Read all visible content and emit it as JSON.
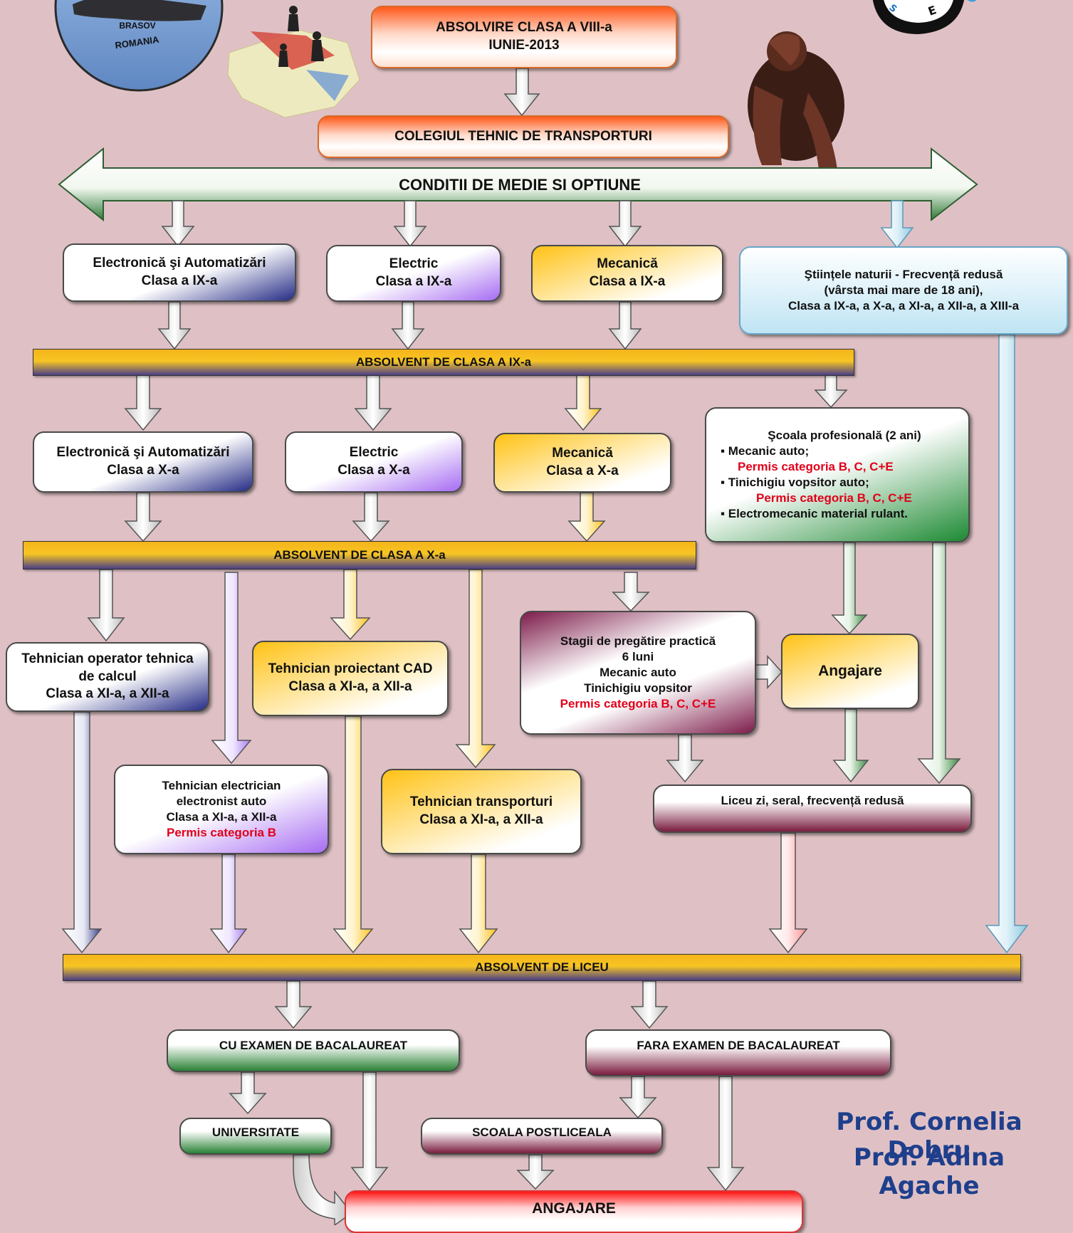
{
  "header": {
    "line1": "ABSOLVIRE CLASA A VIII-a",
    "line2": "IUNIE-2013"
  },
  "logo": {
    "line1": "BRASOV",
    "line2": "ROMANIA"
  },
  "college": "COLEGIUL TEHNIC DE TRANSPORTURI",
  "conditions": "CONDITII DE MEDIE SI OPTIUNE",
  "grade9": {
    "electronics": {
      "line1": "Electronică şi Automatizări",
      "line2": "Clasa a IX-a"
    },
    "electric": {
      "line1": "Electric",
      "line2": "Clasa a IX-a"
    },
    "mechanics": {
      "line1": "Mecanică",
      "line2": "Clasa a IX-a"
    },
    "sciences": {
      "line1": "Ştiințele naturii - Frecvență redusă",
      "line2": "(vârsta mai mare de 18 ani),",
      "line3": "Clasa a IX-a, a X-a, a XI-a, a XII-a, a XIII-a"
    }
  },
  "band9": "ABSOLVENT DE CLASA A IX-a",
  "grade10": {
    "electronics": {
      "line1": "Electronică şi Automatizări",
      "line2": "Clasa a X-a"
    },
    "electric": {
      "line1": "Electric",
      "line2": "Clasa a X-a"
    },
    "mechanics": {
      "line1": "Mecanică",
      "line2": "Clasa a X-a"
    }
  },
  "vocational": {
    "title": "Şcoala profesională (2 ani)",
    "item1": "▪ Mecanic auto;",
    "permit1": "Permis categoria B, C, C+E",
    "item2": "▪ Tinichigiu vopsitor auto;",
    "permit2": "Permis categoria B, C, C+E",
    "item3": "▪ Electromecanic material rulant."
  },
  "band10": "ABSOLVENT DE CLASA A X-a",
  "grade11": {
    "operator": {
      "line1": "Tehnician operator tehnica",
      "line2": "de calcul",
      "line3": "Clasa a XI-a, a XII-a"
    },
    "cad": {
      "line1": "Tehnician proiectant CAD",
      "line2": "Clasa a XI-a, a XII-a"
    },
    "electrician": {
      "line1": "Tehnician electrician",
      "line2": "electronist auto",
      "line3": "Clasa a XI-a, a XII-a",
      "permit": "Permis categoria B"
    },
    "transport": {
      "line1": "Tehnician transporturi",
      "line2": "Clasa a XI-a, a XII-a"
    }
  },
  "internship": {
    "line1": "Stagii de pregătire practică",
    "line2": "6 luni",
    "line3": "Mecanic auto",
    "line4": "Tinichigiu vopsitor",
    "permit": "Permis categoria B, C, C+E"
  },
  "employment_box": "Angajare",
  "highschool": "Liceu zi, seral, frecvență redusă",
  "band_lyceum": "ABSOLVENT DE LICEU",
  "bac_yes": "CU EXAMEN DE BACALAUREAT",
  "bac_no": "FARA EXAMEN DE BACALAUREAT",
  "university": "UNIVERSITATE",
  "postsecondary": "SCOALA POSTLICEALA",
  "final": "ANGAJARE",
  "authors": {
    "line1": "Prof. Cornelia Dobru",
    "line2": "Prof. Adina Agache"
  },
  "colors": {
    "orange": "#ff5a1c",
    "navy": "#262d86",
    "violet": "#a66cf2",
    "amber": "#ffc215",
    "sky": "#bfe4f4",
    "green": "#1d8a33",
    "wine": "#7d1c4a",
    "red": "#e1001a",
    "background": "#dfc1c5"
  }
}
